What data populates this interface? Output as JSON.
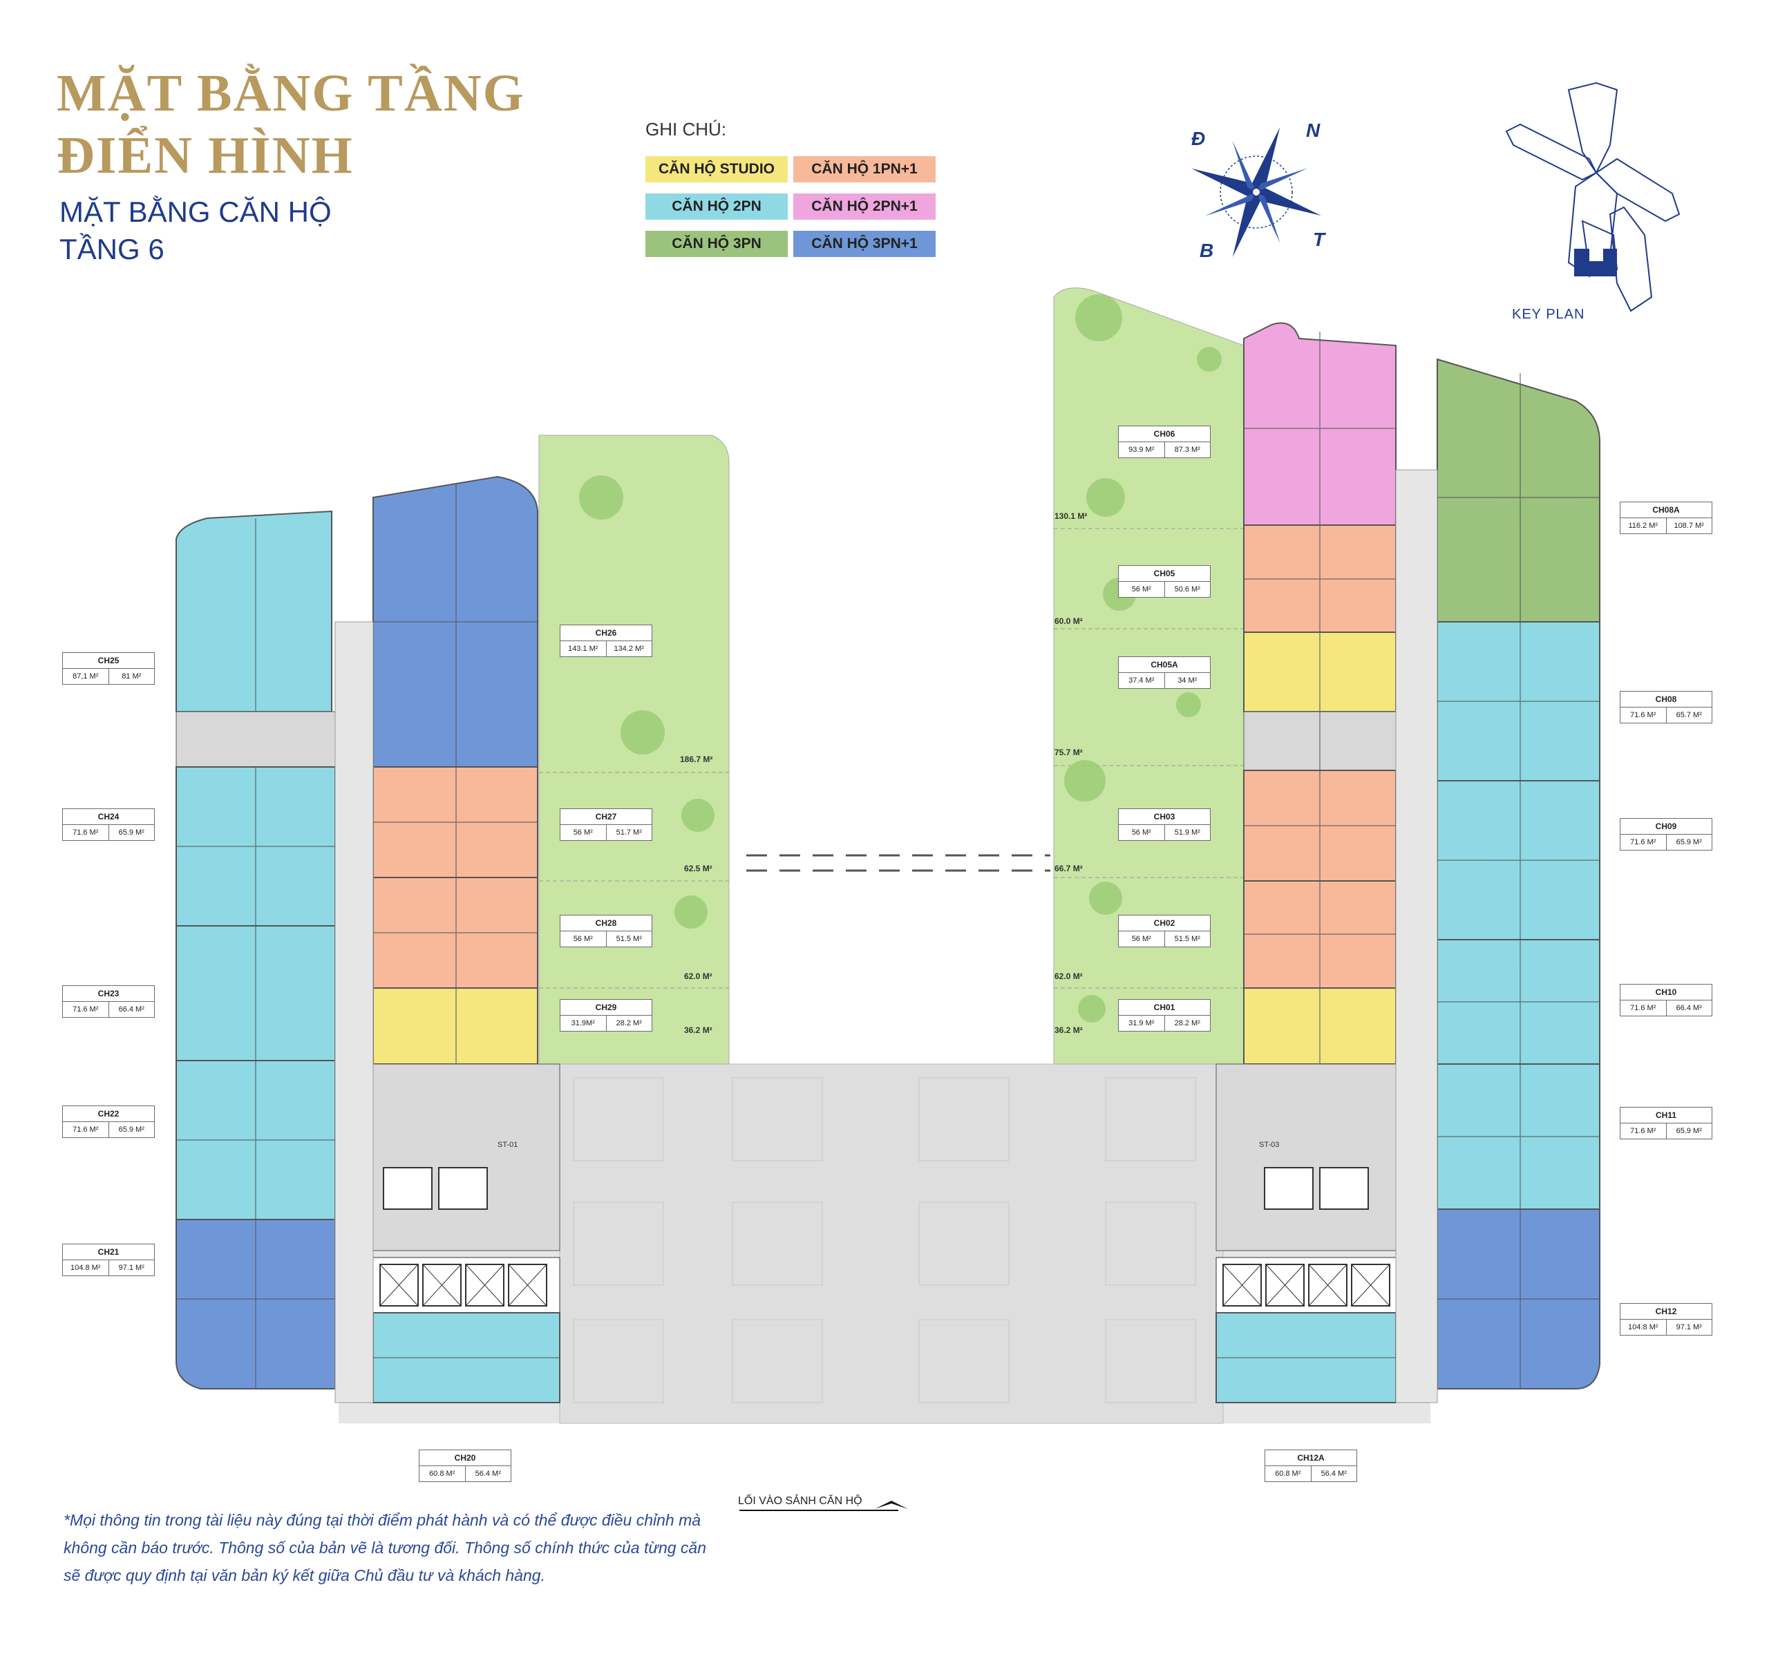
{
  "title": {
    "line1": "MẶT BẰNG TẦNG",
    "line2": "ĐIỂN HÌNH",
    "sub1": "MẶT BẰNG CĂN HỘ",
    "sub2": "TẦNG 6"
  },
  "legend": {
    "title": "GHI CHÚ:",
    "items": [
      {
        "label": "CĂN HỘ STUDIO",
        "color": "#f5e77e"
      },
      {
        "label": "CĂN HỘ 1PN+1",
        "color": "#f7b99a"
      },
      {
        "label": "CĂN HỘ 2PN",
        "color": "#8fd9e5"
      },
      {
        "label": "CĂN HỘ 2PN+1",
        "color": "#efa6de"
      },
      {
        "label": "CĂN HỘ 3PN",
        "color": "#9cc37d"
      },
      {
        "label": "CĂN HỘ 3PN+1",
        "color": "#6f97d8"
      }
    ]
  },
  "compass": {
    "north": "N",
    "east": "Đ",
    "west": "B",
    "south": "T"
  },
  "key_plan": {
    "label": "KEY PLAN"
  },
  "units": [
    {
      "code": "CH25",
      "gross": "87,1 M²",
      "net": "81 M²",
      "type": "2PN"
    },
    {
      "code": "CH24",
      "gross": "71.6 M²",
      "net": "65.9 M²",
      "type": "2PN"
    },
    {
      "code": "CH23",
      "gross": "71.6 M²",
      "net": "66.4 M²",
      "type": "2PN"
    },
    {
      "code": "CH22",
      "gross": "71.6 M²",
      "net": "65.9 M²",
      "type": "2PN"
    },
    {
      "code": "CH21",
      "gross": "104.8 M²",
      "net": "97.1 M²",
      "type": "3PN+1"
    },
    {
      "code": "CH20",
      "gross": "60.8 M²",
      "net": "56.4 M²",
      "type": "2PN"
    },
    {
      "code": "CH26",
      "gross": "143.1 M²",
      "net": "134.2 M²",
      "type": "3PN+1"
    },
    {
      "code": "CH27",
      "gross": "56 M²",
      "net": "51.7 M²",
      "type": "1PN+1"
    },
    {
      "code": "CH28",
      "gross": "56 M²",
      "net": "51.5 M²",
      "type": "1PN+1"
    },
    {
      "code": "CH29",
      "gross": "31.9M²",
      "net": "28.2 M²",
      "type": "STUDIO"
    },
    {
      "code": "CH06",
      "gross": "93.9 M²",
      "net": "87.3 M²",
      "type": "2PN+1"
    },
    {
      "code": "CH05",
      "gross": "56 M²",
      "net": "50.6 M²",
      "type": "1PN+1"
    },
    {
      "code": "CH05A",
      "gross": "37.4 M²",
      "net": "34 M²",
      "type": "STUDIO"
    },
    {
      "code": "CH03",
      "gross": "56 M²",
      "net": "51.9 M²",
      "type": "1PN+1"
    },
    {
      "code": "CH02",
      "gross": "56 M²",
      "net": "51.5 M²",
      "type": "1PN+1"
    },
    {
      "code": "CH01",
      "gross": "31.9 M²",
      "net": "28.2 M²",
      "type": "STUDIO"
    },
    {
      "code": "CH08A",
      "gross": "116.2 M²",
      "net": "108.7 M²",
      "type": "3PN"
    },
    {
      "code": "CH08",
      "gross": "71.6 M²",
      "net": "65.7 M²",
      "type": "2PN"
    },
    {
      "code": "CH09",
      "gross": "71.6 M²",
      "net": "65.9 M²",
      "type": "2PN"
    },
    {
      "code": "CH10",
      "gross": "71.6 M²",
      "net": "66.4 M²",
      "type": "2PN"
    },
    {
      "code": "CH11",
      "gross": "71.6 M²",
      "net": "65.9 M²",
      "type": "2PN"
    },
    {
      "code": "CH12",
      "gross": "104.8 M²",
      "net": "97.1 M²",
      "type": "3PN+1"
    },
    {
      "code": "CH12A",
      "gross": "60.8 M²",
      "net": "56.4 M²",
      "type": "2PN"
    }
  ],
  "garden_areas": {
    "left": [
      "186.7 M²",
      "62.5 M²",
      "62.0 M²",
      "36.2 M²"
    ],
    "right": [
      "130.1 M²",
      "60.0 M²",
      "75.7 M²",
      "66.7 M²",
      "62.0 M²",
      "36.2 M²"
    ]
  },
  "stairs": [
    "ST-01",
    "ST-03"
  ],
  "entrance": "LỐI VÀO SẢNH CĂN HỘ",
  "note": "*Mọi thông tin trong tài liệu này đúng tại thời điểm phát hành và có thể được điều chỉnh mà không cần báo trước. Thông số của bản vẽ là tương đối. Thông số chính thức của từng căn sẽ được quy định tại văn bản ký kết giữa Chủ đầu tư và khách hàng."
}
